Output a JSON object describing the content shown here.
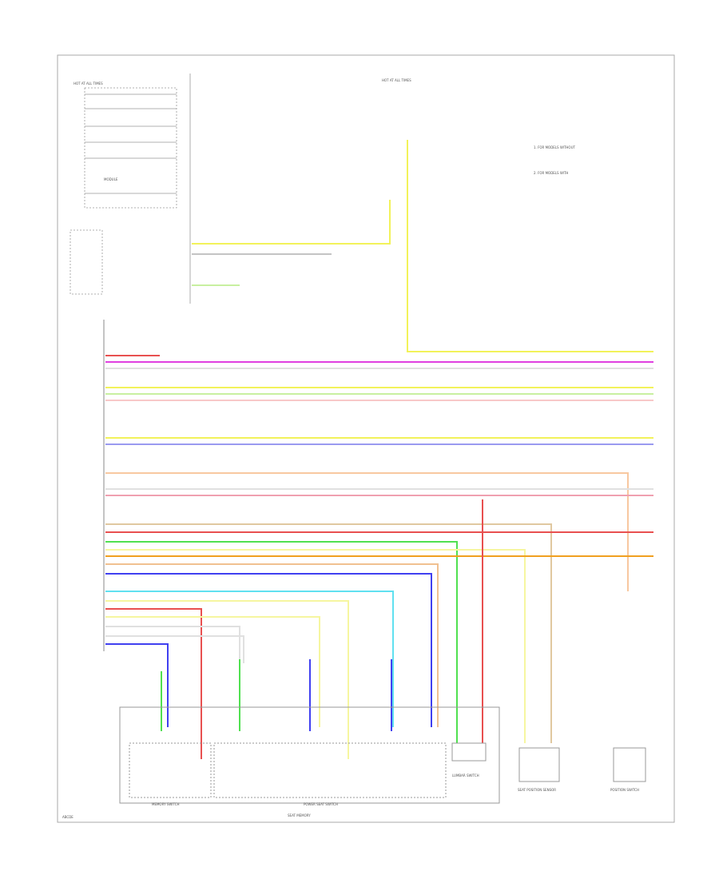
{
  "title": "",
  "wire_colors": {
    "yellow": "#f2f25a",
    "magenta": "#e040e0",
    "light_yellow": "#f6f6a0",
    "light_green": "#c8f0a0",
    "pink_light": "#f8c8c8",
    "violet": "#9a9af0",
    "orange_light": "#f8c8a0",
    "pink": "#f0a0b0",
    "tan": "#e0c8a0",
    "red": "#e85050",
    "orange": "#f0a020",
    "green": "#50e050",
    "peach": "#f0c090",
    "blue": "#4040f0",
    "cyan": "#60e0f0",
    "gray": "#cccccc"
  },
  "labels": {
    "footer": "ABCDE",
    "left_module": "HOT AT ALL TIMES",
    "top_source": "HOT AT ALL TIMES",
    "note_1": "1. FOR MODELS WITHOUT",
    "note_2": "2. FOR MODELS WITH",
    "bottom_main": "SEAT MEMORY",
    "bottom_left": "MEMORY SWITCH",
    "bottom_mid": "POWER SEAT SWITCH",
    "bottom_right1": "LUMBAR SWITCH",
    "bottom_right2": "SEAT POSITION SENSOR",
    "bottom_right3": "POSITION SWITCH"
  }
}
